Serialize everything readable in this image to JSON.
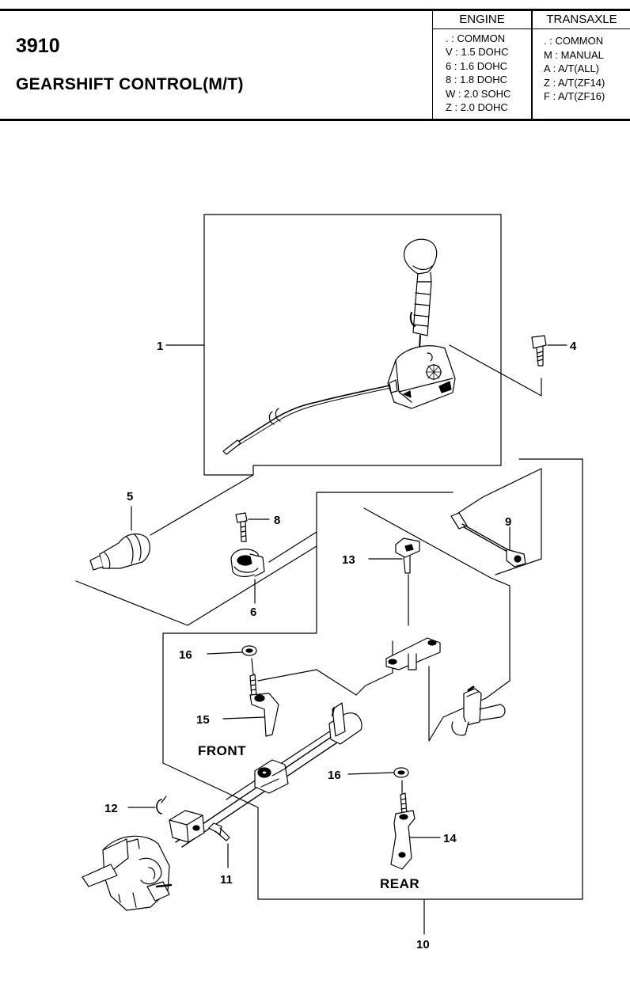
{
  "header": {
    "code": "3910",
    "title": "GEARSHIFT CONTROL(M/T)",
    "engine": {
      "heading": "ENGINE",
      "rows": [
        ". : COMMON",
        "V : 1.5 DOHC",
        "6 : 1.6 DOHC",
        "8 : 1.8 DOHC",
        "W : 2.0 SOHC",
        "Z : 2.0 DOHC"
      ]
    },
    "transaxle": {
      "heading": "TRANSAXLE",
      "rows": [
        ". : COMMON",
        "M : MANUAL",
        "A : A/T(ALL)",
        "Z : A/T(ZF14)",
        "F : A/T(ZF16)"
      ]
    }
  },
  "diagram": {
    "callouts": {
      "c1": "1",
      "c4": "4",
      "c5": "5",
      "c6": "6",
      "c8": "8",
      "c9": "9",
      "c10": "10",
      "c11": "11",
      "c12": "12",
      "c13": "13",
      "c14": "14",
      "c15": "15",
      "c16a": "16",
      "c16b": "16"
    },
    "tags": {
      "front": "FRONT",
      "rear": "REAR"
    }
  }
}
